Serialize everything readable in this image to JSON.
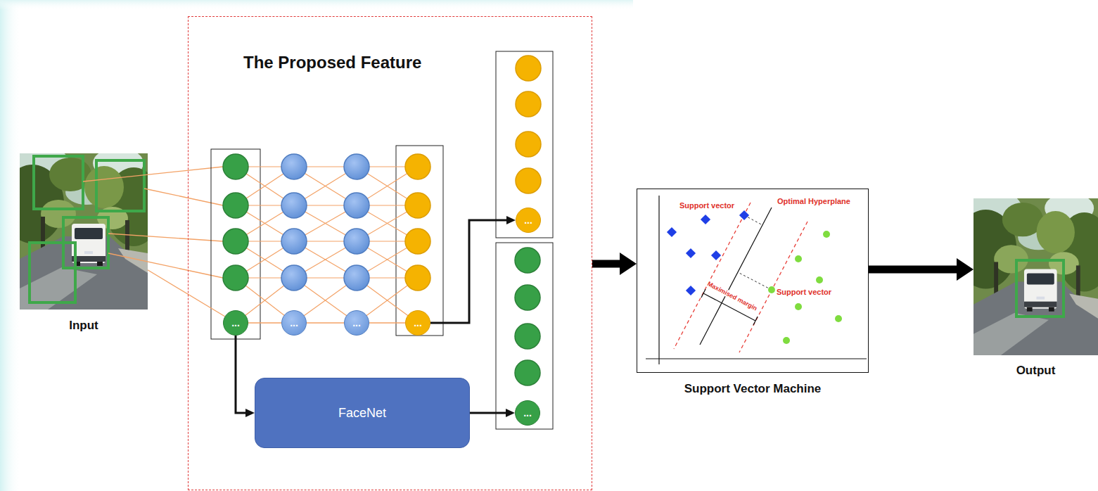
{
  "diagram": {
    "nodes": [
      {
        "text": [
          "Input"
        ]
      },
      {
        "text": [
          "The Proposed Feature"
        ]
      },
      {
        "text": [
          "..."
        ],
        "in": 1
      },
      {
        "text": [
          "..."
        ],
        "in": 1
      },
      {
        "text": [
          "..."
        ],
        "in": 1
      },
      {
        "text": [
          "..."
        ],
        "in": 1
      },
      {
        "text": [
          "..."
        ],
        "in": 1
      },
      {
        "text": [
          "..."
        ],
        "in": 1
      },
      {
        "text": [
          "FaceNet"
        ],
        "in": 1
      },
      {
        "text": [
          "Support Vector Machine"
        ]
      },
      {
        "text": [
          "Output"
        ]
      }
    ],
    "edges": [
      {
        "from": 0,
        "to": 2,
        "arrow": "none"
      },
      {
        "from": 2,
        "to": 3,
        "arrow": "none"
      },
      {
        "from": 3,
        "to": 4,
        "arrow": "none"
      },
      {
        "from": 4,
        "to": 5,
        "arrow": "none"
      },
      {
        "from": 5,
        "to": 6,
        "arrow": "to"
      },
      {
        "from": 2,
        "to": 8,
        "arrow": "to"
      },
      {
        "from": 8,
        "to": 7,
        "arrow": "to"
      },
      {
        "from": 1,
        "to": 9,
        "arrow": "to"
      },
      {
        "from": 9,
        "to": 10,
        "arrow": "to"
      }
    ],
    "labels": [
      "Support vector",
      "Optimal Hyperplane",
      "Maximised margin",
      "Support vector"
    ]
  }
}
